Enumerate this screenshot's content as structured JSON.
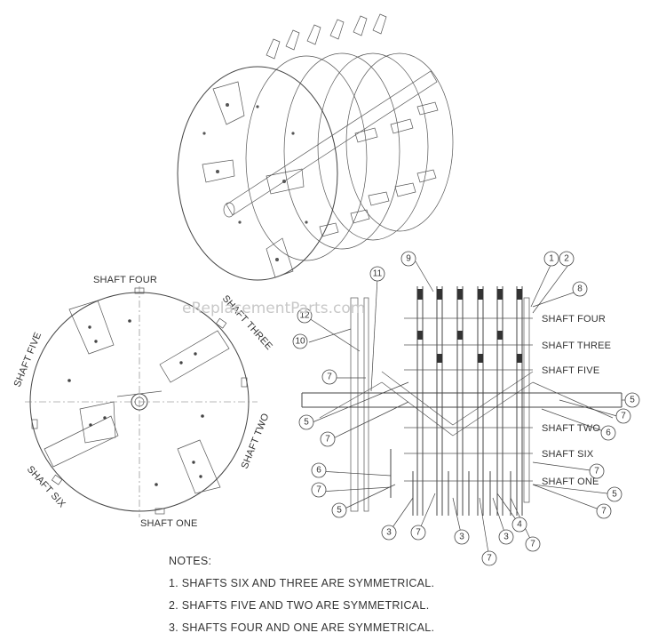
{
  "watermark": "eReplacementParts.com",
  "end_view_labels": {
    "shaft_four": "SHAFT FOUR",
    "shaft_three": "SHAFT THREE",
    "shaft_five": "SHAFT FIVE",
    "shaft_two": "SHAFT TWO",
    "shaft_six": "SHAFT SIX",
    "shaft_one": "SHAFT ONE"
  },
  "side_view_labels": {
    "shaft_four": "SHAFT FOUR",
    "shaft_three": "SHAFT THREE",
    "shaft_five": "SHAFT FIVE",
    "shaft_two": "SHAFT TWO",
    "shaft_six": "SHAFT SIX",
    "shaft_one": "SHAFT ONE"
  },
  "callouts": [
    "1",
    "2",
    "3",
    "4",
    "5",
    "6",
    "7",
    "8",
    "9",
    "10",
    "11",
    "12"
  ],
  "notes": {
    "title": "NOTES:",
    "items": [
      "1.  SHAFTS SIX AND THREE ARE SYMMETRICAL.",
      "2.  SHAFTS FIVE AND TWO ARE SYMMETRICAL.",
      "3.  SHAFTS FOUR AND ONE ARE SYMMETRICAL."
    ]
  }
}
